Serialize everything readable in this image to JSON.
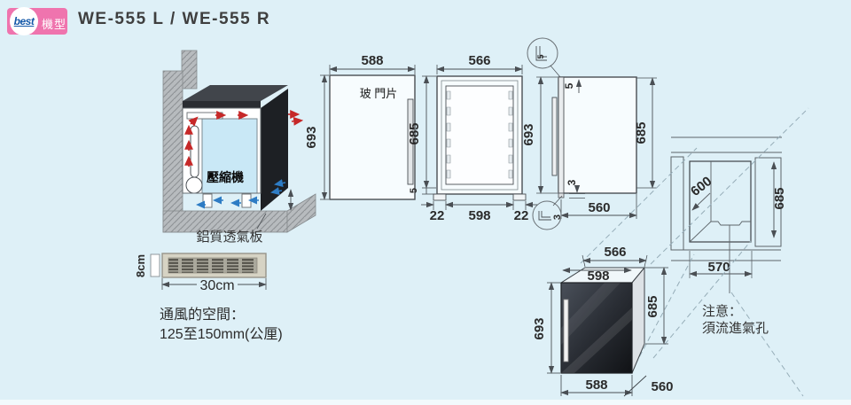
{
  "header": {
    "logo": "best",
    "badge_label": "機型",
    "title": "WE-555 L  /  WE-555 R"
  },
  "install": {
    "compressor_label": "壓縮機",
    "vent_plate_label": "鋁質透氣板",
    "grille_height": "8cm",
    "grille_width": "30cm",
    "vent_space_line1": "通風的空間：",
    "vent_space_line2": "125至150mm(公厘)"
  },
  "door_view": {
    "width": "588",
    "height": "693",
    "panel_label": "玻  門片"
  },
  "front_view": {
    "width": "566",
    "height": "685",
    "bottom_plate": "5",
    "left_margin": "22",
    "door_width": "598",
    "right_margin": "22"
  },
  "side_view": {
    "height": "693",
    "back_height": "685",
    "depth": "560",
    "detail_top": "5",
    "top_gap": "5",
    "detail_bottom": "3",
    "bottom_gap": "3"
  },
  "niche": {
    "depth": "600",
    "height": "685",
    "width": "570"
  },
  "iso": {
    "top_depth": "566",
    "door_width": "598",
    "height": "693",
    "back_height": "685",
    "width": "588",
    "depth": "560"
  },
  "note": {
    "line1": "注意：",
    "line2": "須流進氣孔"
  },
  "colors": {
    "background": "#def0f7",
    "badge_pink": "#ef74ae",
    "logo_blue": "#1458a8",
    "interior_blue": "#c9e8f6",
    "cabinet_dark": "#212428",
    "wall_gray": "#b7bbbe",
    "arrow_red": "#c62828",
    "arrow_blue": "#2e7cc4",
    "dim_line": "#4a4f54"
  }
}
